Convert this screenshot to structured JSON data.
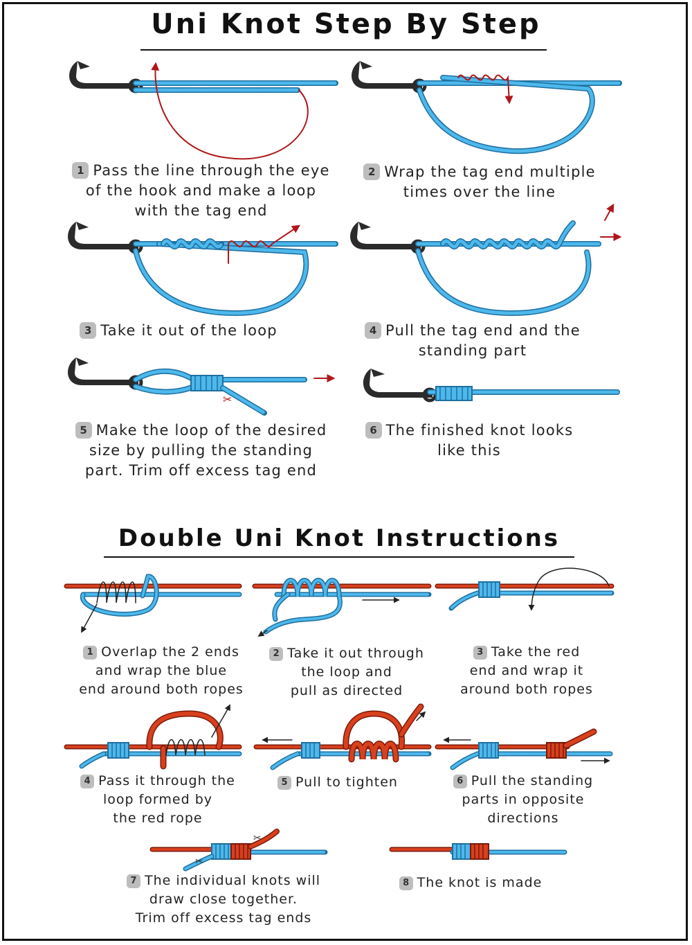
{
  "uni": {
    "title": "Uni Knot Step By Step",
    "steps": [
      {
        "num": "1",
        "lines": [
          "Pass the line through the eye",
          "of the hook and make a loop",
          "with the tag end"
        ]
      },
      {
        "num": "2",
        "lines": [
          "Wrap the tag end multiple",
          "times over the line"
        ]
      },
      {
        "num": "3",
        "lines": [
          "Take it out of the loop"
        ]
      },
      {
        "num": "4",
        "lines": [
          "Pull the tag end and the",
          "standing part"
        ]
      },
      {
        "num": "5",
        "lines": [
          "Make the loop of the desired",
          "size by pulling the standing",
          "part. Trim off excess tag end"
        ]
      },
      {
        "num": "6",
        "lines": [
          "The finished knot looks",
          "like this"
        ]
      }
    ]
  },
  "double": {
    "title": "Double Uni Knot Instructions",
    "steps": [
      {
        "num": "1",
        "lines": [
          "Overlap the 2 ends",
          "and wrap the blue",
          "end around both ropes"
        ]
      },
      {
        "num": "2",
        "lines": [
          "Take it out through",
          "the loop and",
          "pull as directed"
        ]
      },
      {
        "num": "3",
        "lines": [
          "Take the red",
          "end and wrap it",
          "around both ropes"
        ]
      },
      {
        "num": "4",
        "lines": [
          "Pass it through the",
          "loop formed by",
          "the red rope"
        ]
      },
      {
        "num": "5",
        "lines": [
          "Pull to tighten"
        ]
      },
      {
        "num": "6",
        "lines": [
          "Pull the standing",
          "parts in opposite",
          "directions"
        ]
      },
      {
        "num": "7",
        "lines": [
          "The individual knots will",
          "draw close together.",
          "Trim off excess tag ends"
        ]
      },
      {
        "num": "8",
        "lines": [
          "The knot is made"
        ]
      }
    ]
  },
  "colors": {
    "blue_line": "#4db8ec",
    "blue_line_dark": "#1f6f9f",
    "red_line": "#d8401e",
    "red_line_dark": "#7a1a08",
    "tag_arrow": "#b0161a",
    "hook": "#2b2b2b",
    "badge": "#bdbdbd"
  }
}
